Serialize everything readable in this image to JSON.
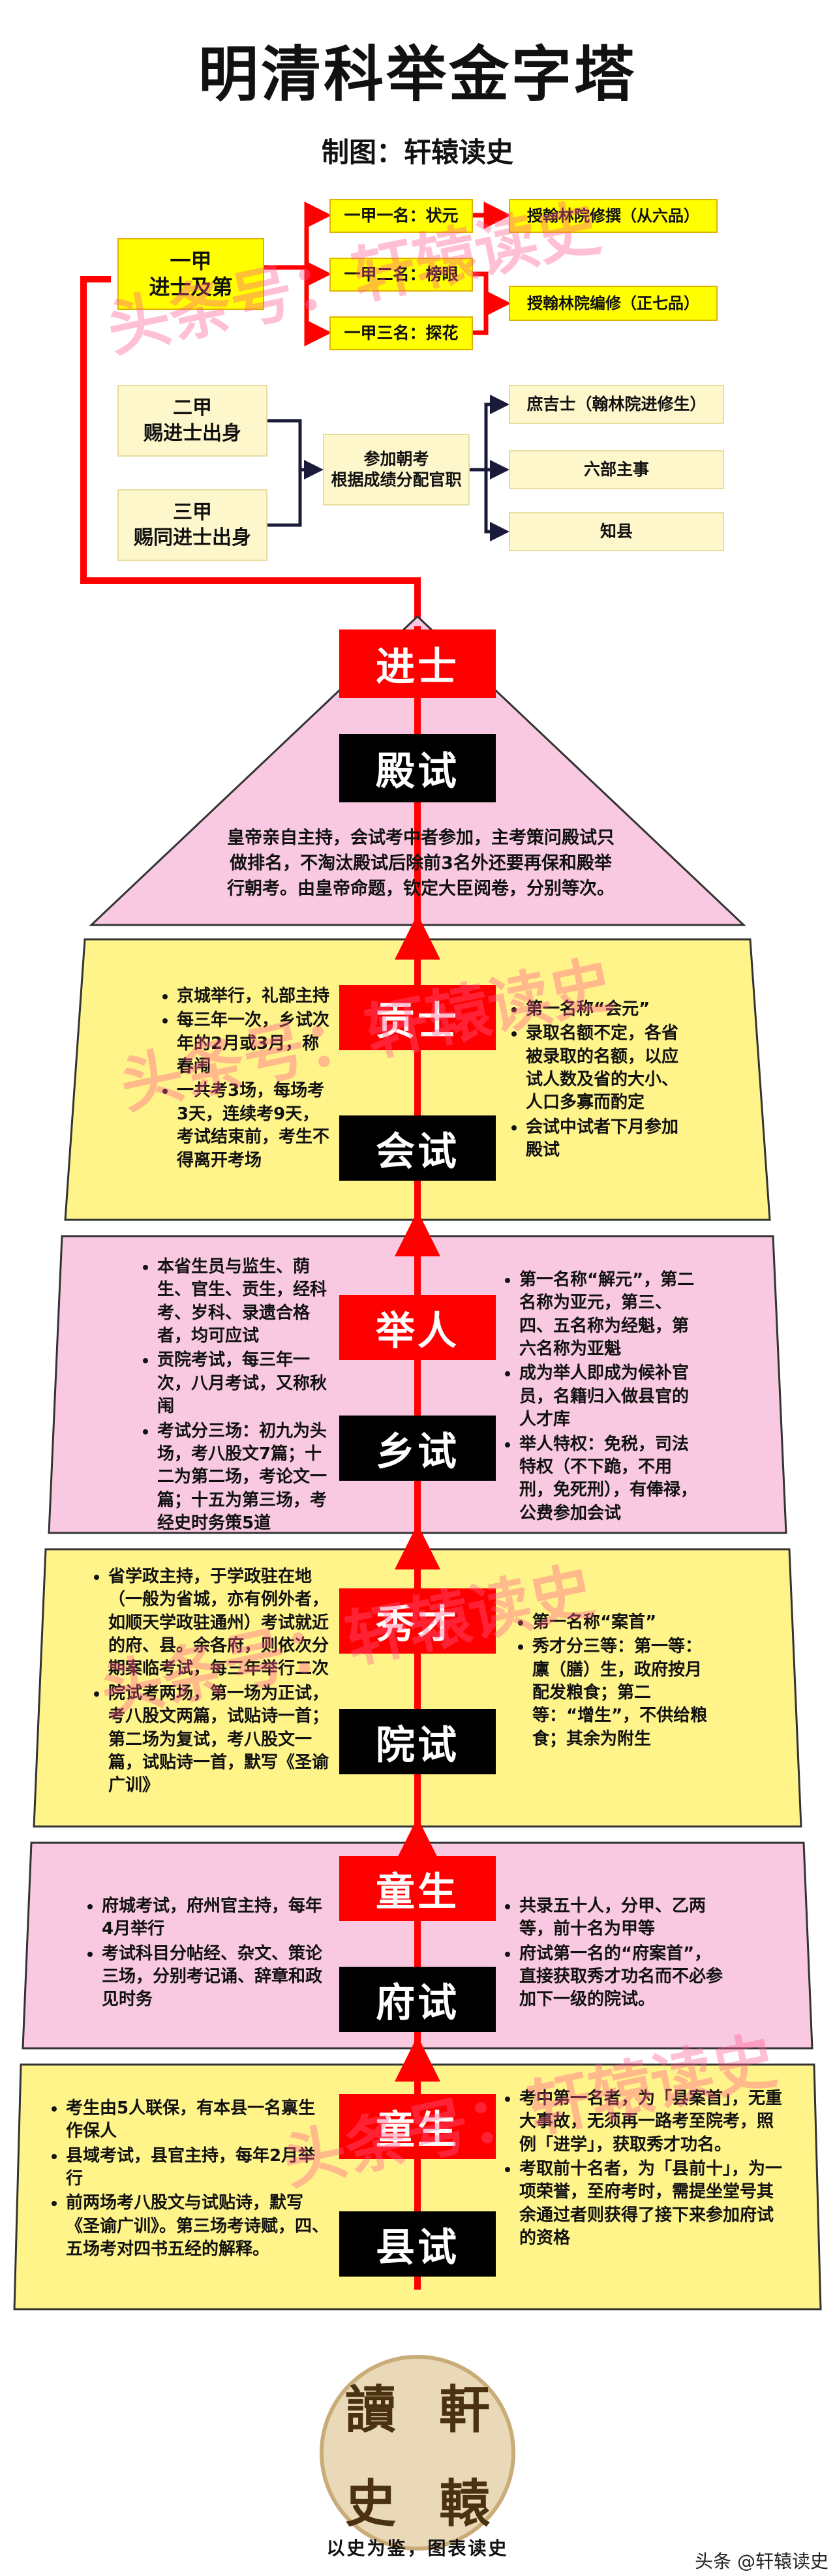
{
  "header": {
    "title": "明清科举金字塔",
    "subtitle": "制图：轩辕读史"
  },
  "top_tree": {
    "yijia": "一甲\n进士及第",
    "erjia": "二甲\n赐进士出身",
    "sanjia": "三甲\n赐同进士出身",
    "rank1": "一甲一名：状元",
    "rank2": "一甲二名：榜眼",
    "rank3": "一甲三名：探花",
    "post1": "授翰林院修撰（从六品）",
    "post2": "授翰林院编修（正七品）",
    "chaokao": "参加朝考\n根据成绩分配官职",
    "out1": "庶吉士（翰林院进修生）",
    "out2": "六部主事",
    "out3": "知县"
  },
  "levels": [
    {
      "title": "进士",
      "exam": "殿试",
      "desc": "皇帝亲自主持，会试考中者参加，主考策问殿试只做排名，不淘汰殿试后除前3名外还要再保和殿举行朝考。由皇帝命题，钦定大臣阅卷，分别等次。"
    },
    {
      "title": "贡士",
      "exam": "会试",
      "left": [
        "京城举行，礼部主持",
        "每三年一次，乡试次年的2月或3月，称春闱",
        "一共考3场，每场考3天，连续考9天，考试结束前，考生不得离开考场"
      ],
      "right": [
        "第一名称“会元”",
        "录取名额不定，各省被录取的名额，以应试人数及省的大小、人口多寡而酌定",
        "会试中试者下月参加殿试"
      ]
    },
    {
      "title": "举人",
      "exam": "乡试",
      "left": [
        "本省生员与监生、荫生、官生、贡生，经科考、岁科、录遗合格者，均可应试",
        "贡院考试，每三年一次，八月考试，又称秋闱",
        "考试分三场：初九为头场，考八股文7篇；十二为第二场，考论文一篇；十五为第三场，考经史时务策5道"
      ],
      "right": [
        "第一名称“解元”，第二名称为亚元，第三、四、五名称为经魁，第六名称为亚魁",
        "成为举人即成为候补官员，名籍归入做县官的人才库",
        "举人特权：免税，司法特权（不下跪，不用刑，免死刑），有俸禄，公费参加会试"
      ]
    },
    {
      "title": "秀才",
      "exam": "院试",
      "left": [
        "省学政主持，于学政驻在地（一般为省城，亦有例外者，如顺天学政驻通州）考试就近的府、县。余各府，则依次分期案临考试，每三年举行二次",
        "院试考两场，第一场为正试，考八股文两篇，试贴诗一首；第二场为复试，考八股文一篇，试贴诗一首，默写《圣谕广训》"
      ],
      "right": [
        "第一名称“案首”",
        "秀才分三等：第一等：廪（膳）生，政府按月配发粮食；第二等：“增生”，不供给粮食；其余为附生"
      ]
    },
    {
      "title": "童生",
      "exam": "府试",
      "left": [
        "府城考试，府州官主持，每年4月举行",
        "考试科目分帖经、杂文、策论三场，分别考记诵、辞章和政见时务"
      ],
      "right": [
        "共录五十人，分甲、乙两等，前十名为甲等",
        "府试第一名的“府案首”，直接获取秀才功名而不必参加下一级的院试。"
      ]
    },
    {
      "title": "童生",
      "exam": "县试",
      "left": [
        "考生由5人联保，有本县一名禀生作保人",
        "县域考试，县官主持，每年2月举行",
        "前两场考八股文与试贴诗，默写《圣谕广训》。第三场考诗赋，四、五场考对四书五经的解释。"
      ],
      "right": [
        "考中第一名者，为「县案首」，无重大事故，无须再一路考至院考，照例「进学」，获取秀才功名。",
        "考取前十名者，为「县前十」，为一项荣誉，至府考时，需提坐堂号其余通过者则获得了接下来参加府试的资格"
      ]
    }
  ],
  "watermark": "头条号：轩辕读史",
  "logo": {
    "chars": [
      "讀",
      "軒",
      "史",
      "轅"
    ],
    "caption": "以史为鉴，图表读史"
  },
  "footer": {
    "credit": "头条 @轩辕读史"
  }
}
